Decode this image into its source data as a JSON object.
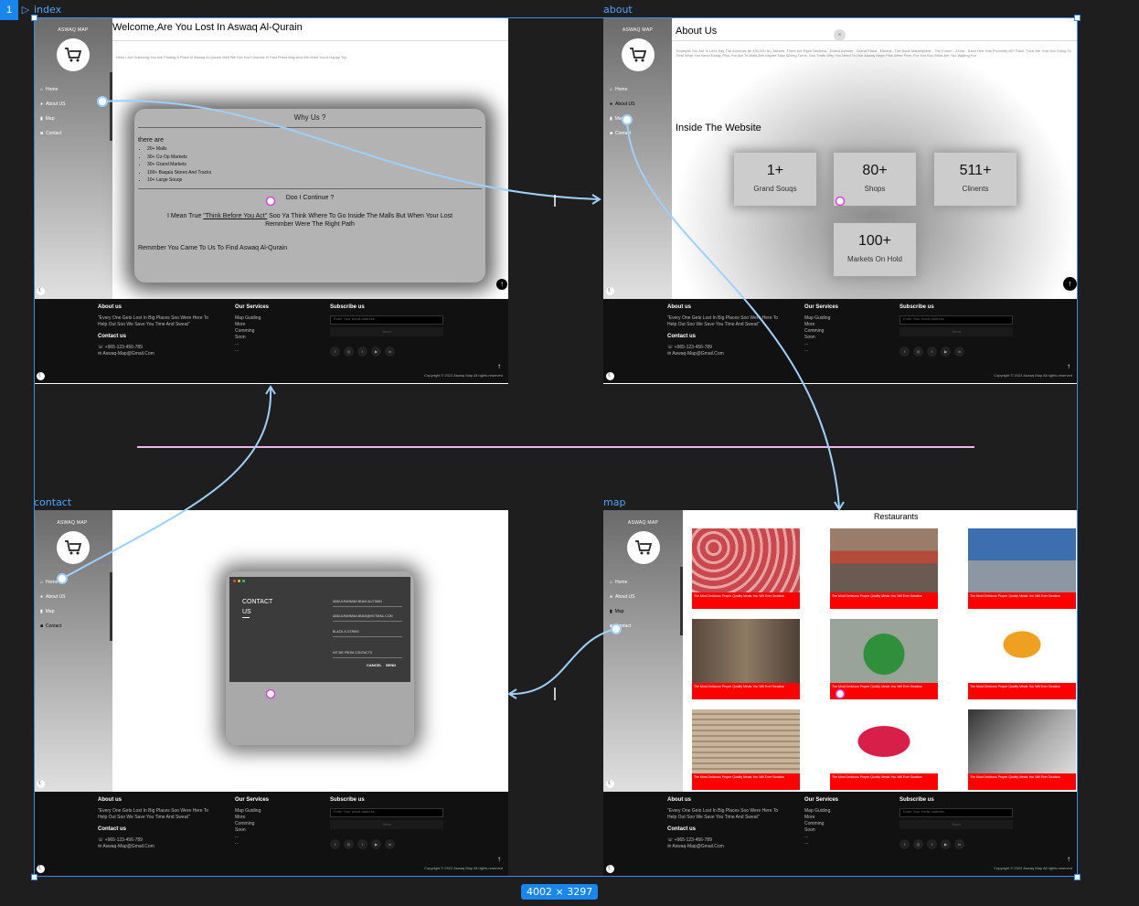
{
  "canvas_dims": "4002 × 3297",
  "page_indicator": "1",
  "frames": {
    "index": {
      "label": "index"
    },
    "about": {
      "label": "about"
    },
    "contact": {
      "label": "contact"
    },
    "map": {
      "label": "map"
    }
  },
  "sidebar": {
    "brand": "ASWAQ MAP",
    "items": [
      "Home",
      "About US",
      "Map",
      "Contact"
    ]
  },
  "index": {
    "welcome": "Welcome,Are You Lost In Aswaq Al-Qurain",
    "intro": "Hello I Am Guessing You Are Finding A Place In Aswaq Al-Qurain Well We Got You Covered In Fast Press Map And We Wish You A Happy Trip",
    "why_title": "Why Us ?",
    "there_are": "there are",
    "list": [
      "20+ Malls",
      "30+ Co-Op Markets",
      "30+ Grand Markets",
      "100+ Baqala Stores And Tracks",
      "10+ Large Souqs"
    ],
    "continue": "Doo I Continue ?",
    "mean_pre": "I Mean True ",
    "mean_link": "\"Think Before You Act\"",
    "mean_post": " Soo Ya Think Where To Go Inside The Malls But When Your Lost Remmber Were The Right Path",
    "remember": "Remmber You Came To Us To Find Aswaq Al-Qurain"
  },
  "about": {
    "title": "About Us",
    "text": "Example You Are In Let's Say The Avenues Its 430,000 Sq. Meters. There Are Eight Sections : Grand Avenue - Grand Plaza - Electra - The Souk Marketplace - The Forum - Zeina - Each One Has Proximity 80+ Each. Trust Me Your Not Going To Find What You Need Easily. Plus You Are To Walk And Maybe Take Wrong Turns. Soo Thats Why You Need To Use Aswaq Maps Plus Were Free. For You Soo What Are You Waiting For",
    "inside": "Inside The Website",
    "stats": [
      {
        "num": "1+",
        "label": "Grand Souqs"
      },
      {
        "num": "80+",
        "label": "Shops"
      },
      {
        "num": "511+",
        "label": "Clinents"
      },
      {
        "num": "100+",
        "label": "Markets On Hold"
      }
    ]
  },
  "contact": {
    "title": "CONTACT US",
    "fields": [
      "ABDULRAHMAN BNAS ALOTAIBI",
      "ABDULRAHMAN.BNAS@HOTMAIL.COM",
      "BLACK-K-STRIKE",
      "HIT ME FROM CONTACTS"
    ],
    "cancel": "CANCEL",
    "send": "SEND"
  },
  "map": {
    "title": "Restaurants",
    "tag": "The Most Delicious Proper Quality Meals You Will Ever Swallow"
  },
  "footer": {
    "about_h": "About us",
    "about_t": "\"Every One Gets Lost In Big Places Soo Were Here To Help Out Soo We Save You Time And Sweat\"",
    "contact_h": "Contact us",
    "phone": "+965-123-456-789",
    "email": "Aswaq-Map@Gmail.Com",
    "services_h": "Our Services",
    "services": [
      "Map Guiding",
      "More",
      "Comming",
      "Soon",
      "...",
      "..."
    ],
    "subscribe_h": "Subscribe us",
    "placeholder": "Enter Your email address",
    "send": "Send",
    "copyright": "Copyright © 2022 Aswaq Map All rights reserved"
  },
  "colors": {
    "accent": "#3b8fe6",
    "wire": "#9dd0ff",
    "footer": "#111111",
    "tag": "#ff0000"
  }
}
